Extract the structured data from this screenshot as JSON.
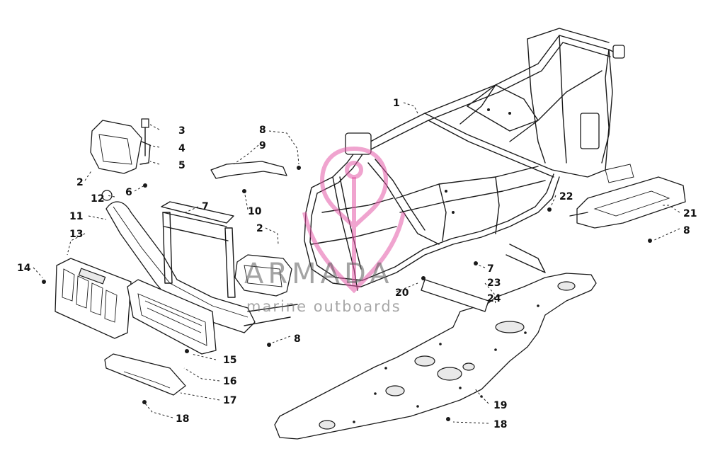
{
  "diagram": {
    "callouts": [
      {
        "id": "c1",
        "text": "1"
      },
      {
        "id": "c2a",
        "text": "2"
      },
      {
        "id": "c2b",
        "text": "2"
      },
      {
        "id": "c3",
        "text": "3"
      },
      {
        "id": "c4",
        "text": "4"
      },
      {
        "id": "c5",
        "text": "5"
      },
      {
        "id": "c6",
        "text": "6"
      },
      {
        "id": "c7a",
        "text": "7"
      },
      {
        "id": "c7b",
        "text": "7"
      },
      {
        "id": "c8a",
        "text": "8"
      },
      {
        "id": "c8b",
        "text": "8"
      },
      {
        "id": "c8c",
        "text": "8"
      },
      {
        "id": "c9",
        "text": "9"
      },
      {
        "id": "c10",
        "text": "10"
      },
      {
        "id": "c11",
        "text": "11"
      },
      {
        "id": "c12",
        "text": "12"
      },
      {
        "id": "c13",
        "text": "13"
      },
      {
        "id": "c14",
        "text": "14"
      },
      {
        "id": "c15",
        "text": "15"
      },
      {
        "id": "c16",
        "text": "16"
      },
      {
        "id": "c17",
        "text": "17"
      },
      {
        "id": "c18a",
        "text": "18"
      },
      {
        "id": "c18b",
        "text": "18"
      },
      {
        "id": "c19",
        "text": "19"
      },
      {
        "id": "c20",
        "text": "20"
      },
      {
        "id": "c21",
        "text": "21"
      },
      {
        "id": "c22",
        "text": "22"
      },
      {
        "id": "c23",
        "text": "23"
      },
      {
        "id": "c24",
        "text": "24"
      }
    ]
  },
  "watermark": {
    "brand": "ARMADA",
    "tagline": "marine outboards",
    "logo_color": "#e35aa8"
  }
}
